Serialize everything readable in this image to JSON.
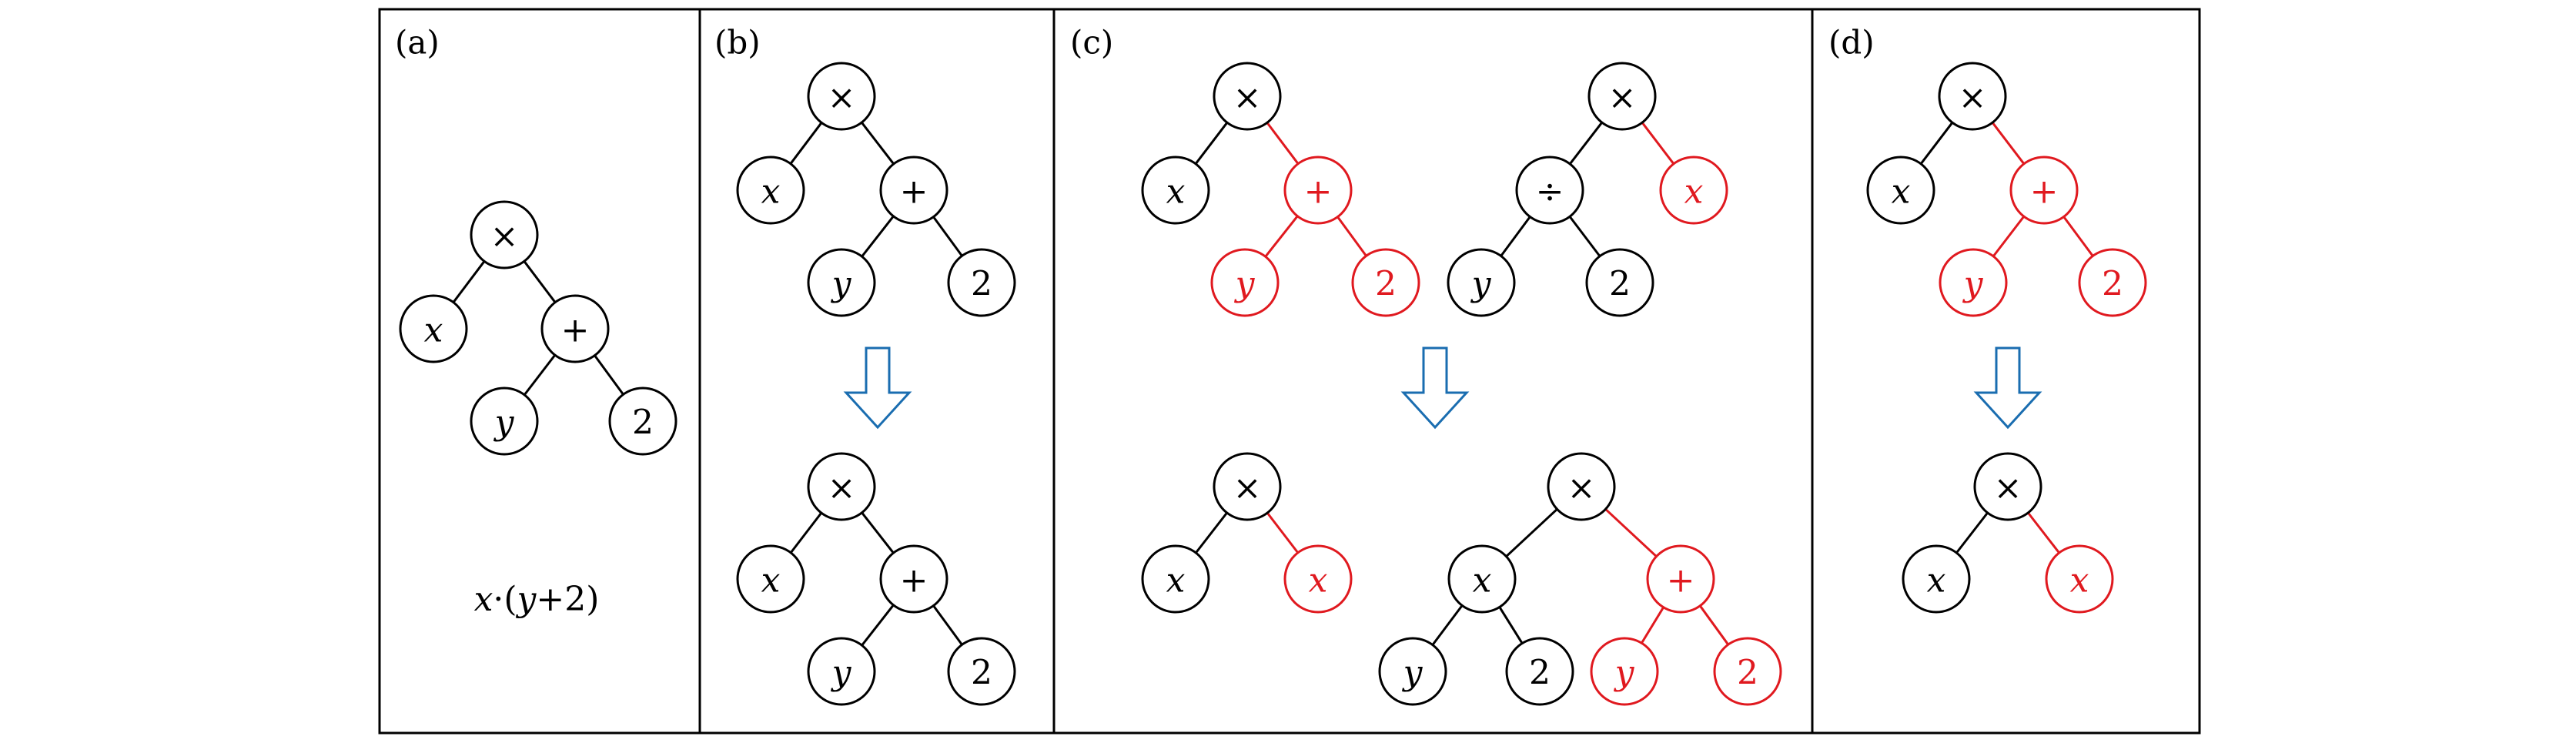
{
  "colors": {
    "default": "#000000",
    "highlight": "#e0191f",
    "arrow": "#1a6db0",
    "background": "#ffffff"
  },
  "panels": [
    {
      "id": "a",
      "label": "(a)",
      "expression": {
        "parts": [
          {
            "text": "x",
            "italic": true
          },
          {
            "text": "·(",
            "italic": false
          },
          {
            "text": "y",
            "italic": true
          },
          {
            "text": "+2)",
            "italic": false
          }
        ]
      }
    },
    {
      "id": "b",
      "label": "(b)"
    },
    {
      "id": "c",
      "label": "(c)"
    },
    {
      "id": "d",
      "label": "(d)"
    }
  ],
  "trees": {
    "a": {
      "panel": "a",
      "nodes": [
        {
          "id": "n0",
          "label": "×"
        },
        {
          "id": "n1",
          "label": "x",
          "italic": true,
          "parent": "n0"
        },
        {
          "id": "n2",
          "label": "+",
          "parent": "n0"
        },
        {
          "id": "n3",
          "label": "y",
          "italic": true,
          "parent": "n2"
        },
        {
          "id": "n4",
          "label": "2",
          "parent": "n2"
        }
      ]
    },
    "b1": {
      "panel": "b",
      "nodes": [
        {
          "id": "n0",
          "label": "×"
        },
        {
          "id": "n1",
          "label": "x",
          "italic": true,
          "parent": "n0"
        },
        {
          "id": "n2",
          "label": "+",
          "parent": "n0"
        },
        {
          "id": "n3",
          "label": "y",
          "italic": true,
          "parent": "n2"
        },
        {
          "id": "n4",
          "label": "2",
          "parent": "n2"
        }
      ]
    },
    "b2": {
      "panel": "b",
      "nodes": [
        {
          "id": "n0",
          "label": "×"
        },
        {
          "id": "n1",
          "label": "x",
          "italic": true,
          "parent": "n0"
        },
        {
          "id": "n2",
          "label": "+",
          "parent": "n0"
        },
        {
          "id": "n3",
          "label": "y",
          "italic": true,
          "parent": "n2"
        },
        {
          "id": "n4",
          "label": "2",
          "parent": "n2"
        }
      ]
    },
    "c1": {
      "panel": "c",
      "nodes": [
        {
          "id": "n0",
          "label": "×"
        },
        {
          "id": "n1",
          "label": "x",
          "italic": true,
          "parent": "n0"
        },
        {
          "id": "n2",
          "label": "+",
          "parent": "n0",
          "red": true
        },
        {
          "id": "n3",
          "label": "y",
          "italic": true,
          "parent": "n2",
          "red": true
        },
        {
          "id": "n4",
          "label": "2",
          "parent": "n2",
          "red": true
        }
      ]
    },
    "c2": {
      "panel": "c",
      "nodes": [
        {
          "id": "n0",
          "label": "×"
        },
        {
          "id": "n1",
          "label": "÷",
          "parent": "n0"
        },
        {
          "id": "n2",
          "label": "x",
          "italic": true,
          "parent": "n0",
          "red": true
        },
        {
          "id": "n3",
          "label": "y",
          "italic": true,
          "parent": "n1"
        },
        {
          "id": "n4",
          "label": "2",
          "parent": "n1"
        }
      ]
    },
    "c3": {
      "panel": "c",
      "nodes": [
        {
          "id": "n0",
          "label": "×"
        },
        {
          "id": "n1",
          "label": "x",
          "italic": true,
          "parent": "n0"
        },
        {
          "id": "n2",
          "label": "x",
          "italic": true,
          "parent": "n0",
          "red": true
        }
      ]
    },
    "c4": {
      "panel": "c",
      "nodes": [
        {
          "id": "n0",
          "label": "×"
        },
        {
          "id": "n1",
          "label": "x",
          "italic": true,
          "parent": "n0"
        },
        {
          "id": "n2",
          "label": "+",
          "parent": "n0",
          "red": true
        },
        {
          "id": "n3",
          "label": "y",
          "italic": true,
          "parent": "n1"
        },
        {
          "id": "n4",
          "label": "2",
          "parent": "n1"
        },
        {
          "id": "n5",
          "label": "y",
          "italic": true,
          "parent": "n2",
          "red": true
        },
        {
          "id": "n6",
          "label": "2",
          "parent": "n2",
          "red": true
        }
      ]
    },
    "d1": {
      "panel": "d",
      "nodes": [
        {
          "id": "n0",
          "label": "×"
        },
        {
          "id": "n1",
          "label": "x",
          "italic": true,
          "parent": "n0"
        },
        {
          "id": "n2",
          "label": "+",
          "parent": "n0",
          "red": true
        },
        {
          "id": "n3",
          "label": "y",
          "italic": true,
          "parent": "n2",
          "red": true
        },
        {
          "id": "n4",
          "label": "2",
          "parent": "n2",
          "red": true
        }
      ]
    },
    "d2": {
      "panel": "d",
      "nodes": [
        {
          "id": "n0",
          "label": "×"
        },
        {
          "id": "n1",
          "label": "x",
          "italic": true,
          "parent": "n0"
        },
        {
          "id": "n2",
          "label": "x",
          "italic": true,
          "parent": "n0",
          "red": true
        }
      ]
    }
  },
  "arrows": [
    {
      "panel": "b"
    },
    {
      "panel": "c"
    },
    {
      "panel": "d"
    }
  ]
}
